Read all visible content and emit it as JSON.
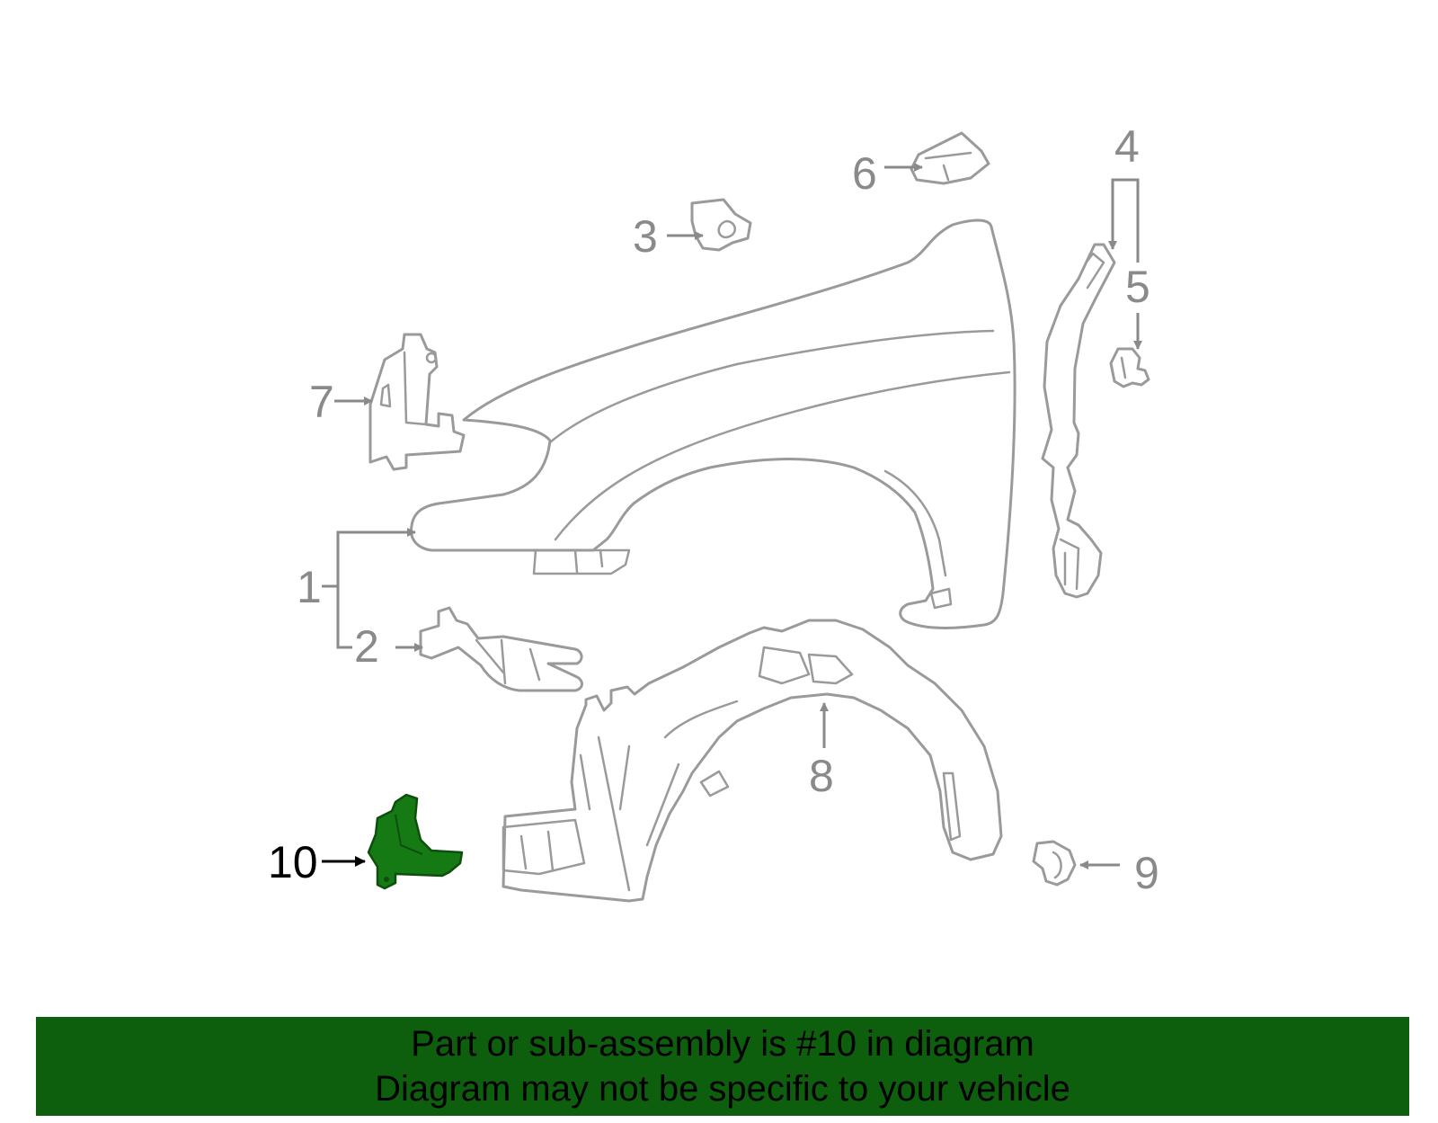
{
  "callouts": {
    "c1": "1",
    "c2": "2",
    "c3": "3",
    "c4": "4",
    "c5": "5",
    "c6": "6",
    "c7": "7",
    "c8": "8",
    "c9": "9",
    "c10": "10"
  },
  "highlighted_part": "10",
  "colors": {
    "banner_background": "#0e5f0d",
    "highlight_fill": "#157a14",
    "line_art": "#9a9a9a",
    "highlight_callout": "#000000"
  },
  "banner": {
    "line1": "Part or sub-assembly is #10 in diagram",
    "line2": "Diagram may not be specific to your vehicle"
  }
}
